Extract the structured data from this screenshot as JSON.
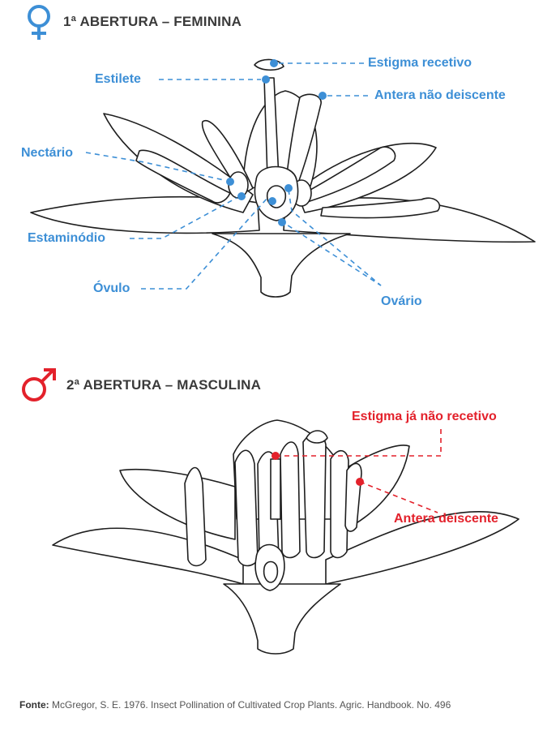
{
  "female": {
    "title": "1ª ABERTURA – FEMININA",
    "symbol_icon": "female-symbol-icon",
    "color": "#3d8fd6",
    "labels": {
      "estigma": "Estigma recetivo",
      "estilete": "Estilete",
      "antera": "Antera não deiscente",
      "nectario": "Nectário",
      "estaminodio": "Estaminódio",
      "ovulo": "Óvulo",
      "ovario": "Ovário"
    }
  },
  "male": {
    "title": "2ª ABERTURA – MASCULINA",
    "symbol_icon": "male-symbol-icon",
    "color": "#e3212b",
    "labels": {
      "estigma": "Estigma já não recetivo",
      "antera": "Antera deiscente"
    }
  },
  "footer": {
    "label": "Fonte:",
    "text": "McGregor, S. E. 1976. Insect Pollination of Cultivated Crop Plants. Agric. Handbook. No. 496"
  }
}
